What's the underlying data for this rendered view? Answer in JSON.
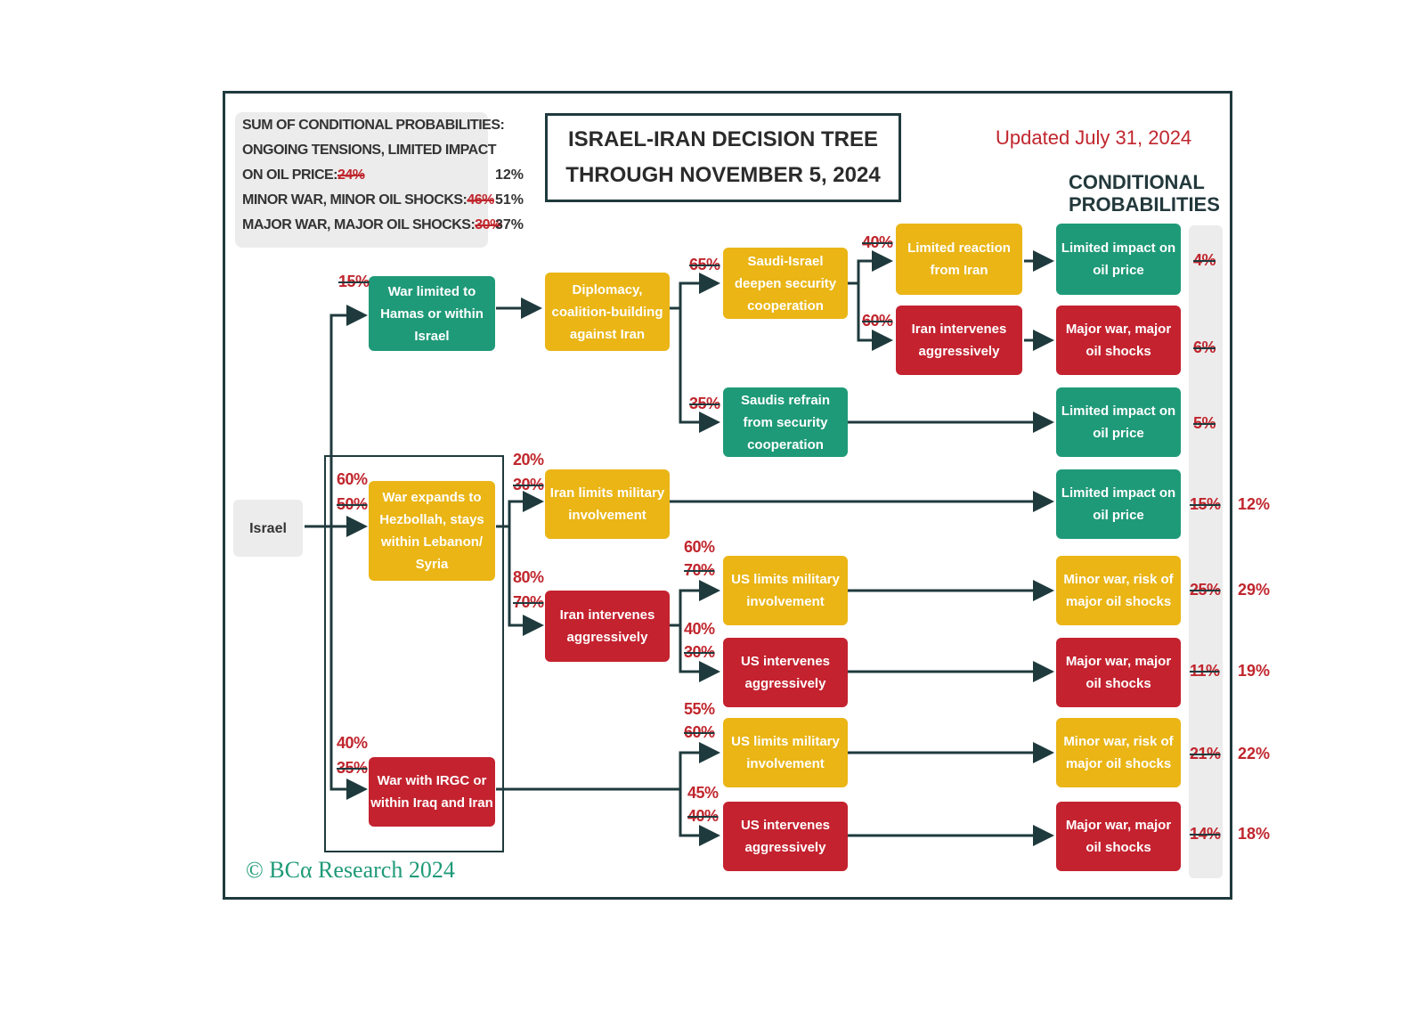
{
  "title": {
    "line1": "ISRAEL-IRAN DECISION TREE",
    "line2": "THROUGH NOVEMBER 5, 2024"
  },
  "updated": "Updated July 31, 2024",
  "conditional_header": {
    "line1": "CONDITIONAL",
    "line2": "PROBABILITIES"
  },
  "summary": {
    "heading": "SUM OF CONDITIONAL PROBABILITIES:",
    "row1_line1": "ONGOING TENSIONS, LIMITED IMPACT",
    "row1_line2": "ON OIL PRICE:",
    "row1_old": "24%",
    "row1_new": "12%",
    "row2_label": "MINOR WAR, MINOR OIL SHOCKS:",
    "row2_old": "46%",
    "row2_new": "51%",
    "row3_label": "MAJOR WAR, MAJOR OIL SHOCKS:",
    "row3_old": "30%",
    "row3_new": "37%"
  },
  "nodes": {
    "israel": "Israel",
    "hamas": "War limited to Hamas or within Israel",
    "diplomacy": "Diplomacy, coalition-building against Iran",
    "saudi_deepen": "Saudi-Israel deepen security cooperation",
    "saudi_refrain": "Saudis refrain from security cooperation",
    "limited_reaction": "Limited reaction from Iran",
    "iran_aggr_top": "Iran intervenes aggressively",
    "hezbollah": "War expands to Hezbollah, stays within Lebanon/ Syria",
    "iran_limits": "Iran limits military involvement",
    "iran_aggr_mid": "Iran intervenes aggressively",
    "us_limits_1": "US limits military involvement",
    "us_aggr_1": "US intervenes aggressively",
    "irgc": "War with IRGC or within Iraq and Iran",
    "us_limits_2": "US limits military involvement",
    "us_aggr_2": "US intervenes aggressively",
    "out1": "Limited impact on oil price",
    "out2": "Major war, major oil shocks",
    "out3": "Limited impact on oil price",
    "out4": "Limited impact on oil price",
    "out5": "Minor war, risk of major oil shocks",
    "out6": "Major war, major oil shocks",
    "out7": "Minor war, risk of major oil shocks",
    "out8": "Major war, major oil shocks"
  },
  "branch_probs": {
    "hamas": "15%",
    "hezbollah_new": "60%",
    "hezbollah_old": "50%",
    "irgc_new": "40%",
    "irgc_old": "35%",
    "saudi_deepen": "65%",
    "saudi_refrain": "35%",
    "limited_reaction": "40%",
    "iran_aggr_top": "60%",
    "iran_limits_new": "20%",
    "iran_limits_old": "30%",
    "iran_aggr_mid_new": "80%",
    "iran_aggr_mid_old": "70%",
    "us_limits_1_new": "60%",
    "us_limits_1_old": "70%",
    "us_aggr_1_new": "40%",
    "us_aggr_1_old": "30%",
    "us_limits_2_new": "55%",
    "us_limits_2_old": "60%",
    "us_aggr_2_new": "45%",
    "us_aggr_2_old": "40%"
  },
  "outcome_probs": {
    "out1_old": "4%",
    "out2_old": "6%",
    "out3_old": "5%",
    "out4_old": "15%",
    "out4_new": "12%",
    "out5_old": "25%",
    "out5_new": "29%",
    "out6_old": "11%",
    "out6_new": "19%",
    "out7_old": "21%",
    "out7_new": "22%",
    "out8_old": "14%",
    "out8_new": "18%"
  },
  "copyright": "© BCα Research 2024",
  "colors": {
    "green": "#1f9a78",
    "yellow": "#eab515",
    "red": "#c4222f",
    "accent_red": "#c0262d",
    "frame": "#1f3a3d"
  }
}
